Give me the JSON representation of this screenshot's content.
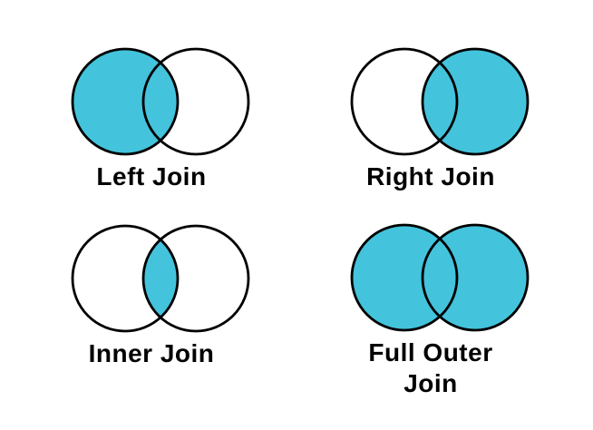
{
  "page": {
    "background": "#ffffff"
  },
  "style": {
    "circle_fill": "#44C3DC",
    "circle_stroke": "#000000",
    "label_color": "#000000"
  },
  "diagrams": [
    {
      "id": "left-join",
      "label": "Left Join",
      "left_filled": true,
      "right_filled": false,
      "intersection_filled": true
    },
    {
      "id": "right-join",
      "label": "Right Join",
      "left_filled": false,
      "right_filled": true,
      "intersection_filled": true
    },
    {
      "id": "inner-join",
      "label": "Inner Join",
      "left_filled": false,
      "right_filled": false,
      "intersection_filled": true
    },
    {
      "id": "full-outer-join",
      "label": "Full Outer\nJoin",
      "left_filled": true,
      "right_filled": true,
      "intersection_filled": true
    }
  ]
}
